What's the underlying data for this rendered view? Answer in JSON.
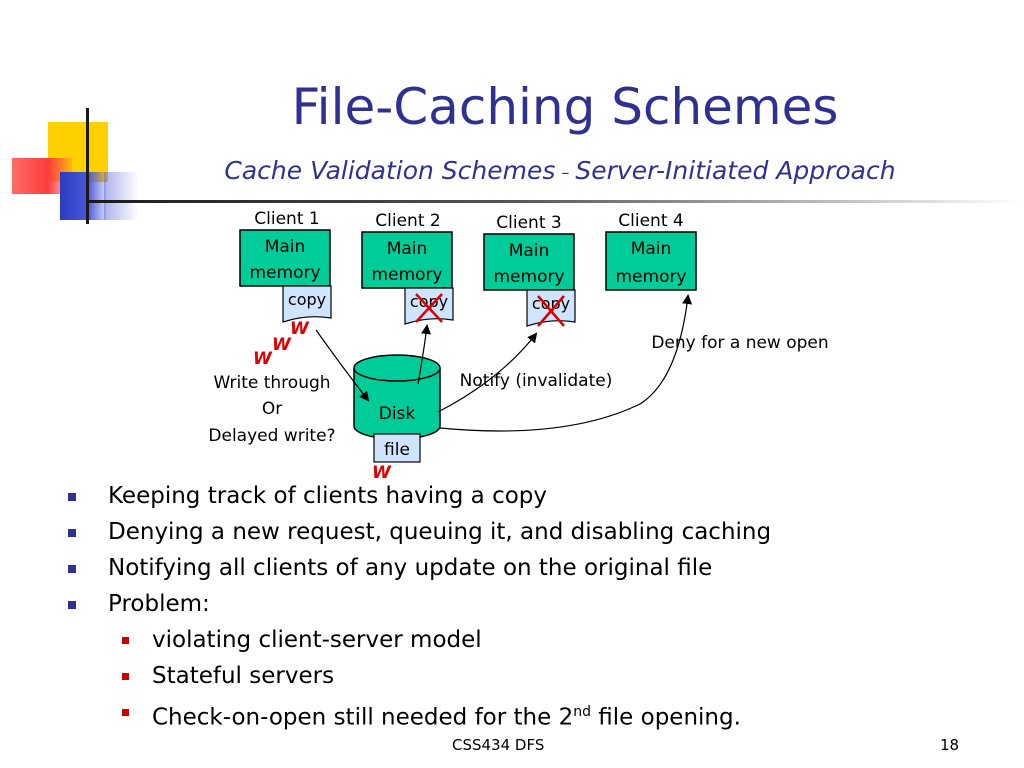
{
  "title": "File-Caching Schemes",
  "subtitle_left": "Cache Validation Schemes",
  "subtitle_dash": "–",
  "subtitle_right": "Server-Initiated Approach",
  "diagram": {
    "clients": [
      {
        "label": "Client 1",
        "box_line1": "Main",
        "box_line2": "memory",
        "copy": "copy"
      },
      {
        "label": "Client 2",
        "box_line1": "Main",
        "box_line2": "memory",
        "copy": "copy"
      },
      {
        "label": "Client 3",
        "box_line1": "Main",
        "box_line2": "memory",
        "copy": "copy"
      },
      {
        "label": "Client 4",
        "box_line1": "Main",
        "box_line2": "memory"
      }
    ],
    "disk_label": "Disk",
    "file_label": "file",
    "write_mark": "W",
    "write_through_line1": "Write through",
    "write_through_line2": "Or",
    "write_through_line3": "Delayed write?",
    "notify_label": "Notify (invalidate)",
    "deny_label": "Deny for a new open",
    "colors": {
      "box_fill": "#00cc99",
      "copy_fill": "#cfe4ff",
      "write_mark": "#e00000",
      "invalid_x": "#e00000"
    }
  },
  "bullets": [
    {
      "text": "Keeping track of clients having a copy"
    },
    {
      "text": "Denying a new request, queuing it, and disabling caching"
    },
    {
      "text": "Notifying all clients of any update on the original file"
    },
    {
      "text": "Problem:"
    }
  ],
  "sub_bullets": [
    {
      "text": "violating client-server model"
    },
    {
      "text": "Stateful servers"
    },
    {
      "text_before": "Check-on-open still needed for the 2",
      "sup": "nd",
      "text_after": " file opening."
    }
  ],
  "footer": "CSS434 DFS",
  "page_number": "18"
}
